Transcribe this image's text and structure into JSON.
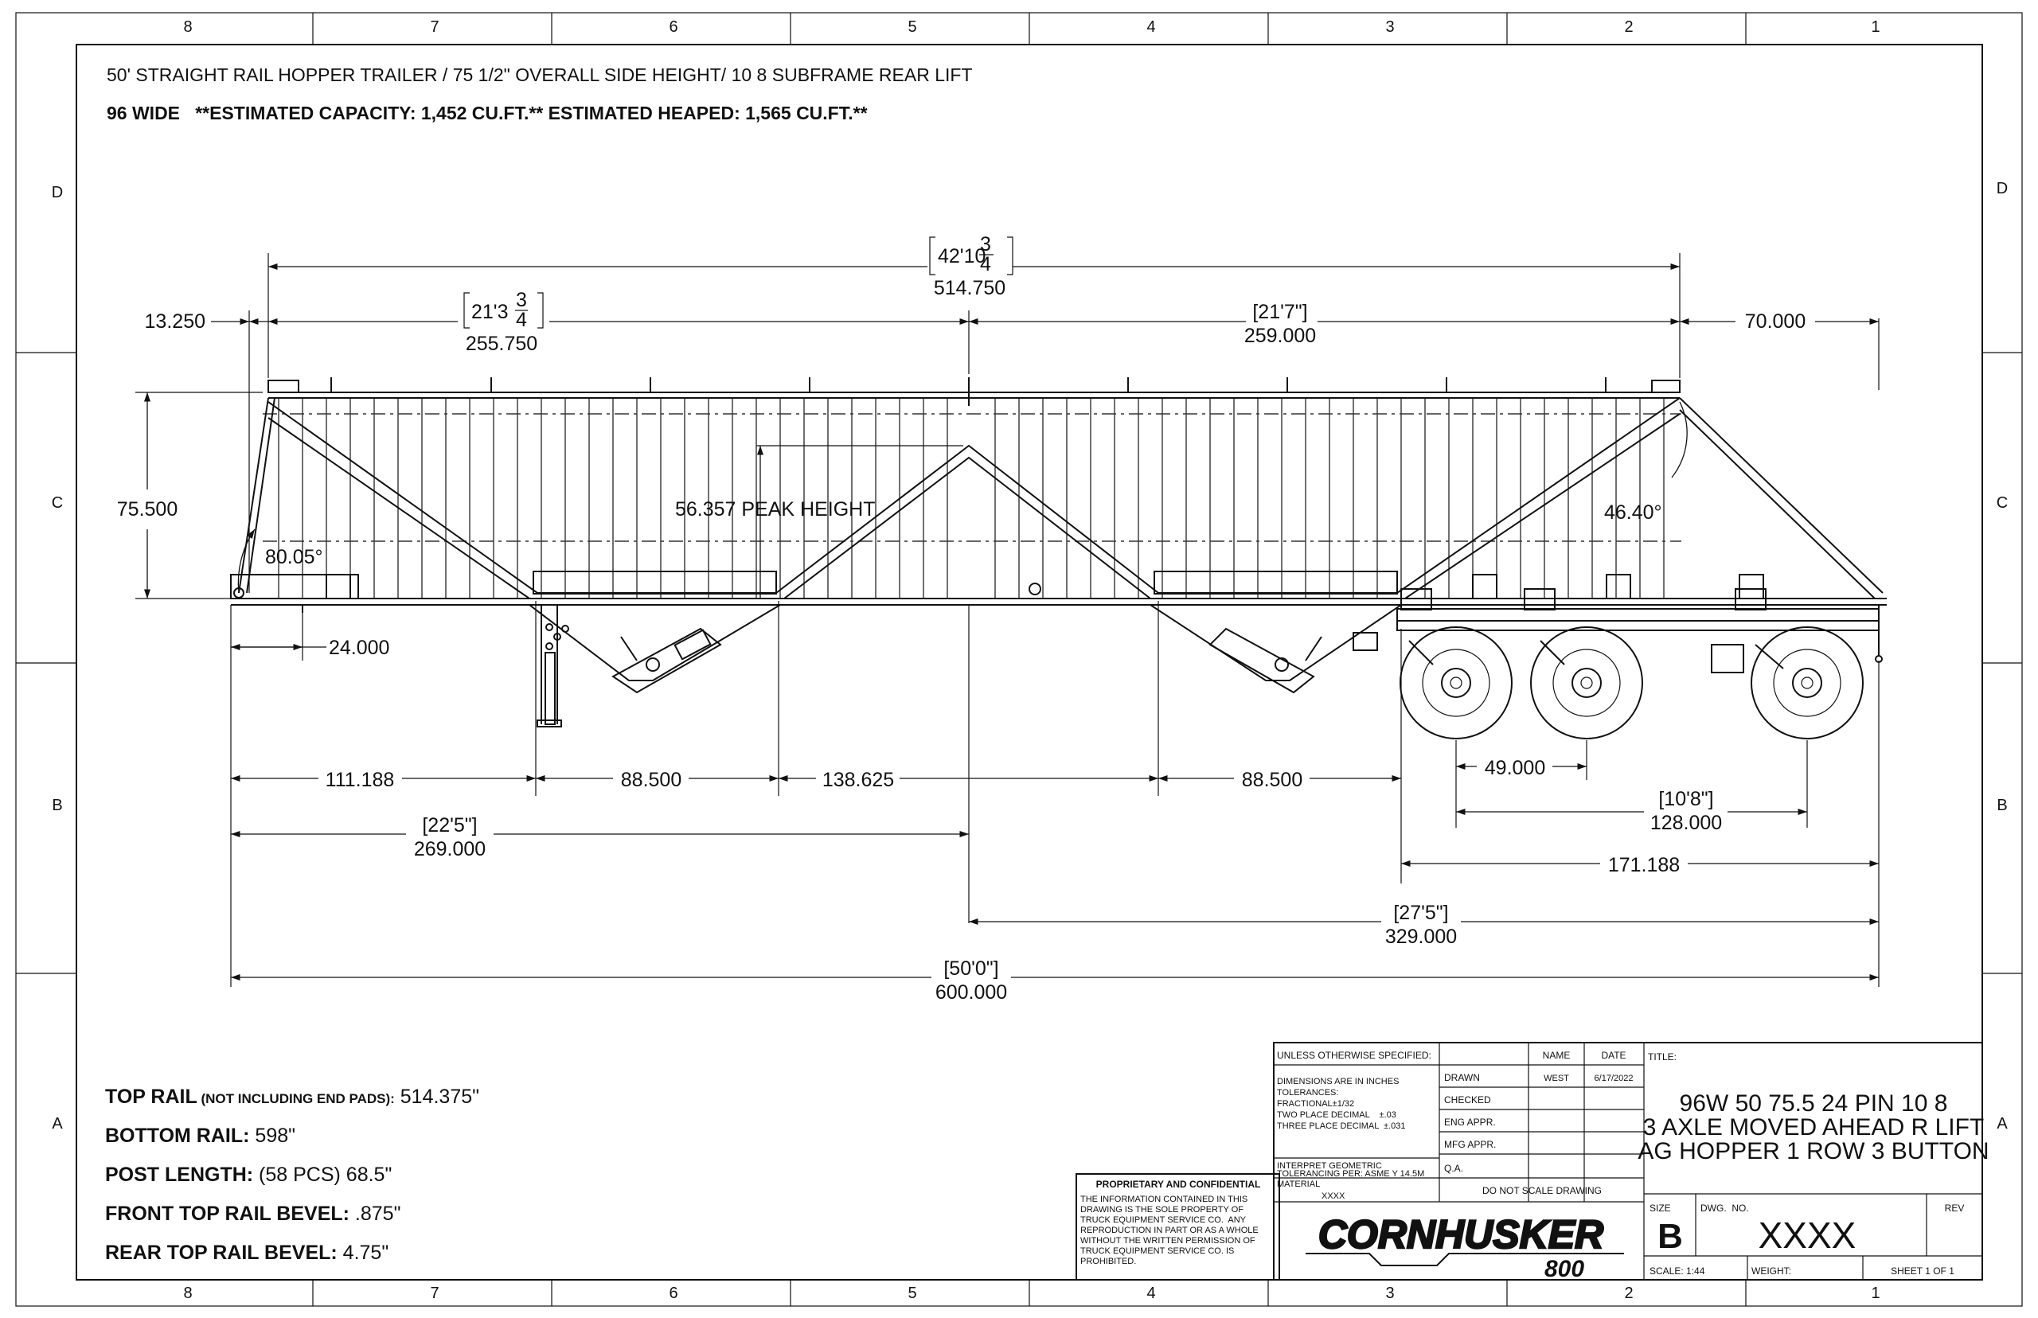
{
  "zones": {
    "columns": [
      "8",
      "7",
      "6",
      "5",
      "4",
      "3",
      "2",
      "1"
    ],
    "rows": [
      "D",
      "C",
      "B",
      "A"
    ]
  },
  "header": {
    "line1": "50' STRAIGHT RAIL HOPPER TRAILER / 75 1/2\" OVERALL SIDE HEIGHT/ 10 8 SUBFRAME REAR LIFT",
    "line2": "96 WIDE   **ESTIMATED CAPACITY: 1,452 CU.FT.** ESTIMATED HEAPED: 1,565 CU.FT.**"
  },
  "dimensions": {
    "overall_top_ft": "42'10",
    "overall_top_frac_num": "3",
    "overall_top_frac_den": "4",
    "overall_top_in": "514.750",
    "front_offset": "13.250",
    "left_section_ft": "21'3",
    "left_section_frac_num": "3",
    "left_section_frac_den": "4",
    "left_section_in": "255.750",
    "right_section_ft": "[21'7\"]",
    "right_section_in": "259.000",
    "rear_overhang": "70.000",
    "side_height": "75.500",
    "peak_height": "56.357 PEAK HEIGHT",
    "front_angle": "80.05°",
    "rear_angle": "46.40°",
    "kingpin": "24.000",
    "d_111": "111.188",
    "d_88a": "88.500",
    "d_138": "138.625",
    "d_88b": "88.500",
    "axle_spacing": "49.000",
    "axle_spread_ft": "[10'8\"]",
    "axle_spread_in": "128.000",
    "pin_to_center_ft": "[22'5\"]",
    "pin_to_center_in": "269.000",
    "rear_axle_group": "171.188",
    "center_to_rear_ft": "[27'5\"]",
    "center_to_rear_in": "329.000",
    "overall_ft": "[50'0\"]",
    "overall_in": "600.000"
  },
  "notes": [
    {
      "label": "TOP RAIL",
      "qual": " (NOT INCLUDING END PADS):",
      "value": " 514.375\""
    },
    {
      "label": "BOTTOM RAIL:",
      "qual": "",
      "value": " 598\""
    },
    {
      "label": "POST LENGTH:",
      "qual": "",
      "value": " (58 PCS) 68.5\""
    },
    {
      "label": "FRONT TOP RAIL BEVEL:",
      "qual": "",
      "value": " .875\""
    },
    {
      "label": "REAR TOP RAIL BEVEL:",
      "qual": "",
      "value": " 4.75\""
    }
  ],
  "proprietary": {
    "heading": "PROPRIETARY AND CONFIDENTIAL",
    "lines": [
      "THE INFORMATION CONTAINED IN THIS",
      "DRAWING IS THE SOLE PROPERTY OF",
      "TRUCK EQUIPMENT SERVICE CO.  ANY",
      "REPRODUCTION IN PART OR AS A WHOLE",
      "WITHOUT THE WRITTEN PERMISSION OF",
      "TRUCK EQUIPMENT SERVICE CO. IS",
      "PROHIBITED."
    ]
  },
  "title_block": {
    "unless": "UNLESS OTHERWISE SPECIFIED:",
    "col_name": "NAME",
    "col_date": "DATE",
    "tol_lines": [
      "DIMENSIONS ARE IN INCHES",
      "TOLERANCES:",
      "FRACTIONAL±1/32",
      "TWO PLACE DECIMAL    ±.03",
      "THREE PLACE DECIMAL  ±.031"
    ],
    "interpret_lines": [
      "INTERPRET GEOMETRIC",
      "TOLERANCING PER: ASME Y 14.5M"
    ],
    "material_label": "MATERIAL",
    "material_value": "XXXX",
    "do_not_scale": "DO NOT SCALE DRAWING",
    "rows": [
      {
        "label": "DRAWN",
        "name": "WEST",
        "date": "6/17/2022"
      },
      {
        "label": "CHECKED",
        "name": "",
        "date": ""
      },
      {
        "label": "ENG APPR.",
        "name": "",
        "date": ""
      },
      {
        "label": "MFG APPR.",
        "name": "",
        "date": ""
      },
      {
        "label": "Q.A.",
        "name": "",
        "date": ""
      }
    ],
    "title_label": "TITLE:",
    "title_lines": [
      "96W 50 75.5 24 PIN 10 8",
      "3 AXLE MOVED AHEAD R LIFT",
      "AG HOPPER 1 ROW 3 BUTTON"
    ],
    "size_label": "SIZE",
    "size_value": "B",
    "dwg_label": "DWG.  NO.",
    "dwg_value": "XXXX",
    "rev_label": "REV",
    "scale": "SCALE: 1:44",
    "weight": "WEIGHT:",
    "sheet": "SHEET 1 OF 1",
    "logo_main": "CORNHUSKER",
    "logo_sub": "800"
  }
}
